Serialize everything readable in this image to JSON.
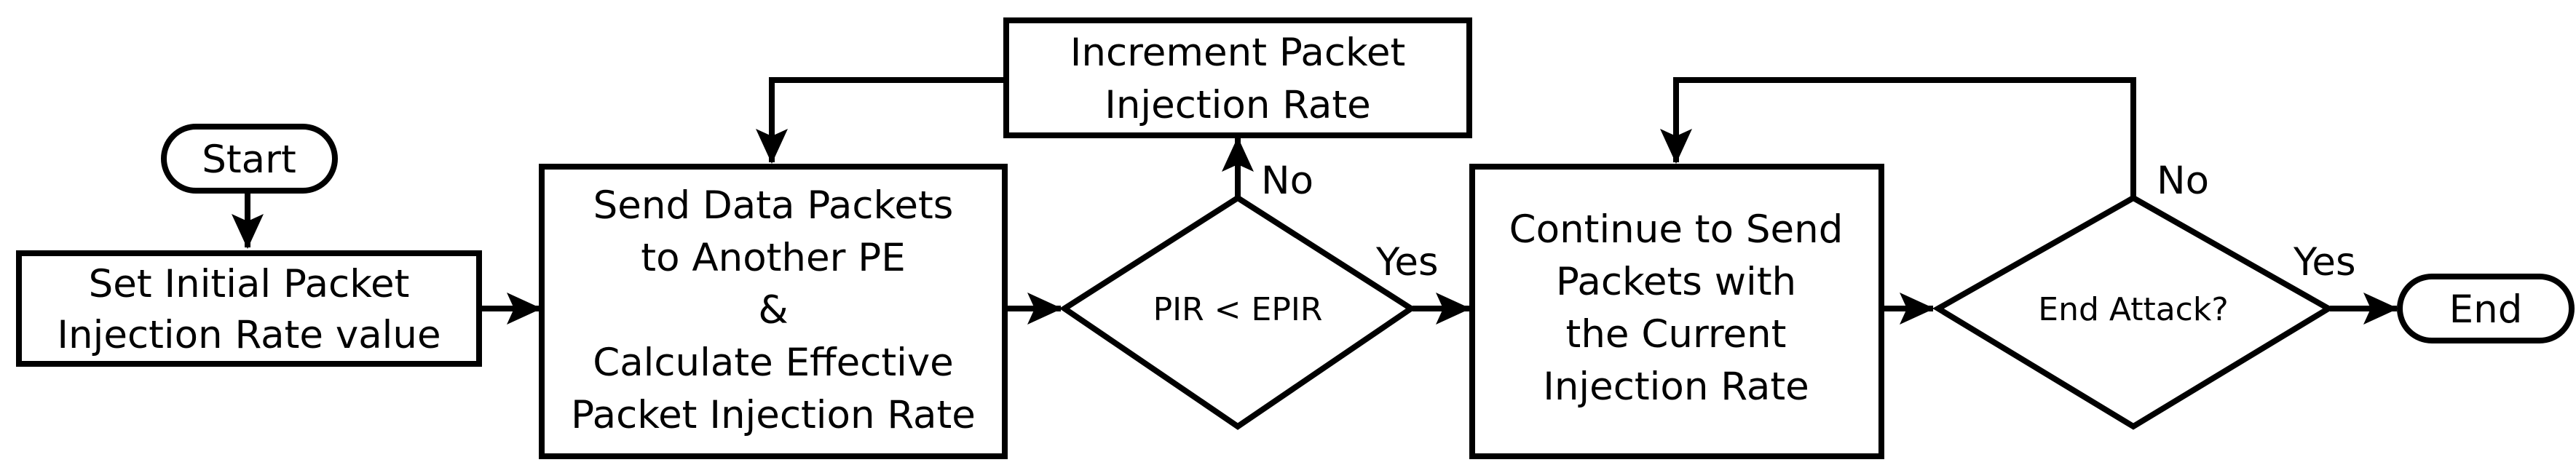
{
  "nodes": {
    "start": {
      "label": "Start"
    },
    "set_initial": {
      "lines": [
        "Set Initial Packet",
        "Injection Rate value"
      ]
    },
    "send_data": {
      "lines": [
        "Send Data Packets",
        "to Another PE",
        "&",
        "Calculate Effective",
        "Packet Injection Rate"
      ]
    },
    "increment": {
      "lines": [
        "Increment Packet",
        "Injection Rate"
      ]
    },
    "pir_check": {
      "label": "PIR < EPIR"
    },
    "continue_send": {
      "lines": [
        "Continue to Send",
        "Packets with",
        "the Current",
        "Injection Rate"
      ]
    },
    "end_attack": {
      "label": "End Attack?"
    },
    "end": {
      "label": "End"
    }
  },
  "edges": {
    "pir_no": "No",
    "pir_yes": "Yes",
    "end_no": "No",
    "end_yes": "Yes"
  },
  "colors": {
    "stroke": "#000000",
    "fill": "#ffffff"
  }
}
